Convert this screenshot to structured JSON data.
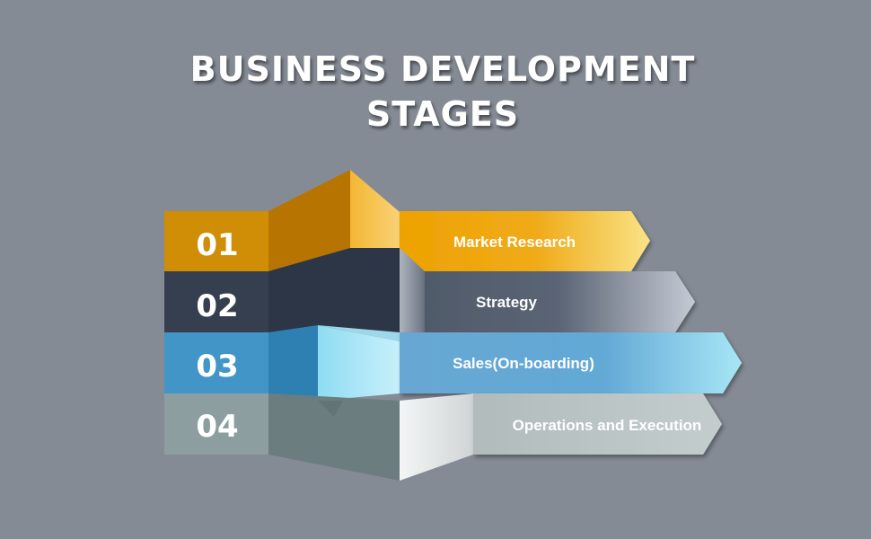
{
  "title": {
    "line1": "BUSINESS DEVELOPMENT",
    "line2": "STAGES"
  },
  "stages": [
    {
      "number": "01",
      "label": "Market Research",
      "color": "#eba100"
    },
    {
      "number": "02",
      "label": "Strategy",
      "color": "#363f4f"
    },
    {
      "number": "03",
      "label": "Sales(On-boarding)",
      "color": "#3e95c8"
    },
    {
      "number": "04",
      "label": "Operations and Execution",
      "color": "#8c9ea0"
    }
  ],
  "colors": {
    "background": "#858b95",
    "text": "#ffffff"
  }
}
